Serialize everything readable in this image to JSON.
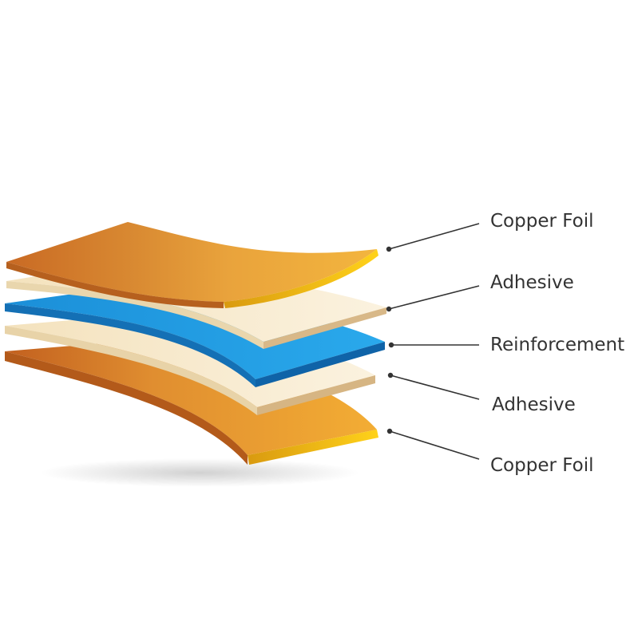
{
  "diagram": {
    "labels": [
      {
        "text": "Copper Foil"
      },
      {
        "text": "Adhesive"
      },
      {
        "text": "Reinforcement"
      },
      {
        "text": "Adhesive"
      },
      {
        "text": "Copper Foil"
      }
    ],
    "colors": {
      "copper_dark": "#c8722a",
      "copper_light": "#f5b33a",
      "copper_edge": "#e8b800",
      "adhesive_face": "#f7ebcf",
      "adhesive_edge": "#d9bb8a",
      "reinforcement_face": "#1f9fe0",
      "reinforcement_edge": "#1070b8",
      "leader": "#333333",
      "label_text": "#333333"
    }
  }
}
